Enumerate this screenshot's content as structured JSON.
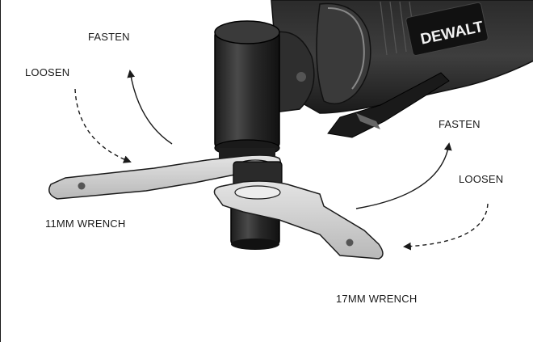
{
  "diagram": {
    "brand": "DEWALT",
    "labels": {
      "fasten_left": "FASTEN",
      "loosen_left": "LOOSEN",
      "fasten_right": "FASTEN",
      "loosen_right": "LOOSEN",
      "wrench_11": "11MM WRENCH",
      "wrench_17": "17MM WRENCH"
    },
    "colors": {
      "tool_body": "#1f1f1f",
      "tool_highlight": "#5a5a5a",
      "wrench_fill": "#cfcfcf",
      "wrench_edge": "#1a1a1a",
      "collar": "#e8e8e8"
    }
  }
}
